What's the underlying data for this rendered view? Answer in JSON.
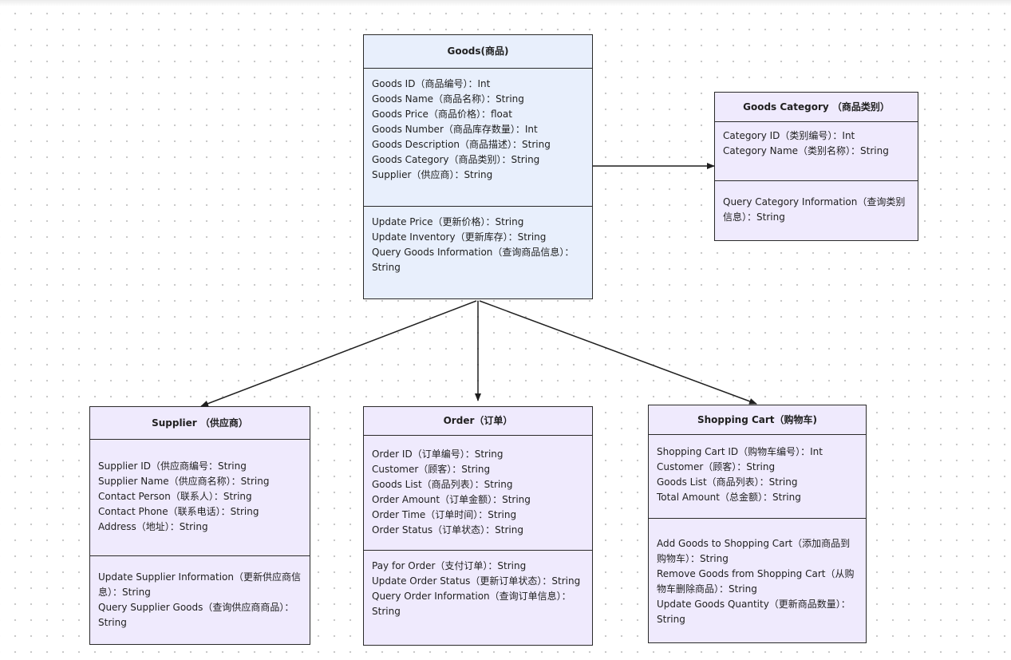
{
  "diagram": {
    "classes": {
      "goods": {
        "title": "Goods(商品)",
        "attributes": [
          "Goods ID（商品编号）：Int",
          "Goods Name（商品名称）：String",
          "Goods Price（商品价格）：float",
          "Goods Number（商品库存数量）：Int",
          "Goods Description（商品描述）：String",
          "Goods Category（商品类别）：String",
          "Supplier（供应商）：String"
        ],
        "methods": [
          "Update Price（更新价格）：String",
          "Update Inventory（更新库存）：String",
          "Query Goods Information（查询商品信息）：String"
        ]
      },
      "category": {
        "title": "Goods Category （商品类别）",
        "attributes": [
          "Category ID（类别编号）：Int",
          "Category Name（类别名称）：String"
        ],
        "methods": [
          "Query Category Information（查询类别信息）：String"
        ]
      },
      "supplier": {
        "title": "Supplier （供应商）",
        "attributes": [
          "Supplier ID（供应商编号：String",
          "Supplier Name（供应商名称）：String",
          "Contact Person（联系人）：String",
          "Contact Phone（联系电话）：String",
          "Address（地址）：String"
        ],
        "methods": [
          "Update Supplier Information（更新供应商信息）：String",
          "Query Supplier Goods（查询供应商商品）：String"
        ]
      },
      "order": {
        "title": "Order（订单）",
        "attributes": [
          "Order ID（订单编号）：String",
          "Customer（顾客）：String",
          "Goods List（商品列表）：String",
          "Order Amount（订单金额）：String",
          "Order Time（订单时间）：String",
          "Order Status（订单状态）：String"
        ],
        "methods": [
          "Pay for Order（支付订单）：String",
          "Update Order Status（更新订单状态）：String",
          "Query Order Information（查询订单信息）：String"
        ]
      },
      "cart": {
        "title": "Shopping Cart（购物车)",
        "attributes": [
          "Shopping Cart ID（购物车编号）：Int",
          "Customer（顾客）：String",
          "Goods List（商品列表）：String",
          "Total Amount（总金额）：String"
        ],
        "methods": [
          "Add Goods to Shopping Cart（添加商品到购物车）：String",
          "Remove Goods from Shopping Cart（从购物车删除商品）：String",
          "Update Goods Quantity（更新商品数量）：String"
        ]
      }
    },
    "colors": {
      "blue_fill": "#e8effc",
      "purple_fill": "#efeafd",
      "stroke": "#2a2a2a"
    }
  }
}
